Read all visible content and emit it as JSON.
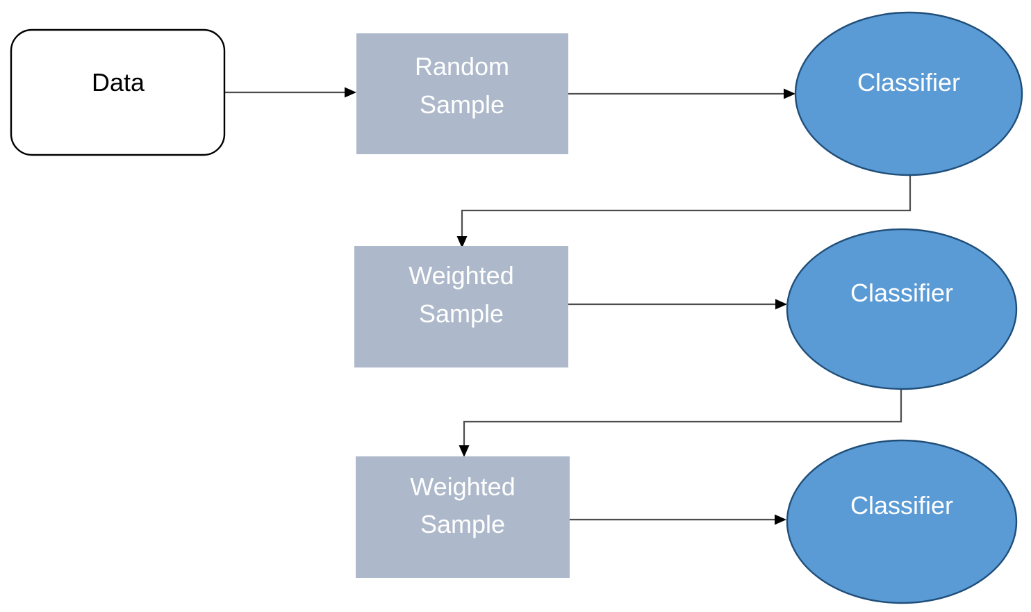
{
  "diagram": {
    "type": "flowchart",
    "description": "Boosting / ensemble sampling flow: data feeds a random sample into a classifier, whose output drives successive weighted samples and classifiers",
    "nodes": {
      "data": {
        "label": "Data",
        "shape": "rounded-rectangle"
      },
      "random_sample": {
        "line1": "Random",
        "line2": "Sample",
        "shape": "rectangle"
      },
      "classifier_1": {
        "label": "Classifier",
        "shape": "ellipse"
      },
      "weighted_sample_1": {
        "line1": "Weighted",
        "line2": "Sample",
        "shape": "rectangle"
      },
      "classifier_2": {
        "label": "Classifier",
        "shape": "ellipse"
      },
      "weighted_sample_2": {
        "line1": "Weighted",
        "line2": "Sample",
        "shape": "rectangle"
      },
      "classifier_3": {
        "label": "Classifier",
        "shape": "ellipse"
      }
    },
    "edges": [
      {
        "from": "data",
        "to": "random_sample"
      },
      {
        "from": "random_sample",
        "to": "classifier_1"
      },
      {
        "from": "classifier_1",
        "to": "weighted_sample_1"
      },
      {
        "from": "weighted_sample_1",
        "to": "classifier_2"
      },
      {
        "from": "classifier_2",
        "to": "weighted_sample_2"
      },
      {
        "from": "weighted_sample_2",
        "to": "classifier_3"
      }
    ],
    "colors": {
      "background": "#ffffff",
      "data_node_fill": "#ffffff",
      "data_node_border": "#000000",
      "data_node_text": "#000000",
      "sample_node_fill": "#adb9ca",
      "sample_node_text": "#ffffff",
      "classifier_fill": "#5b9bd5",
      "classifier_border": "#1f4e79",
      "classifier_text": "#ffffff",
      "connector_line": "#4d4d4d",
      "arrowhead": "#000000"
    }
  }
}
